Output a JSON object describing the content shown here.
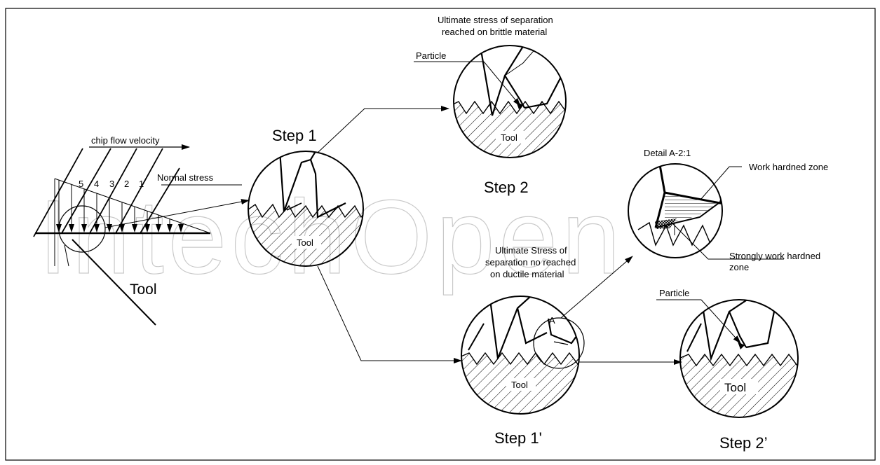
{
  "watermark": "IntechOpen",
  "left_sketch": {
    "chip_flow_label": "chip flow velocity",
    "normal_stress_label": "Normal stress",
    "segment_numbers": [
      "5",
      "4",
      "3",
      "2",
      "1"
    ],
    "tool_label": "Tool"
  },
  "step1": {
    "title": "Step 1",
    "tool_label": "Tool"
  },
  "step2": {
    "title": "Step 2",
    "caption_line1": "Ultimate stress of separation",
    "caption_line2": "reached on brittle material",
    "particle_label": "Particle",
    "tool_label": "Tool"
  },
  "step1prime": {
    "title": "Step 1'",
    "caption_line1": "Ultimate Stress of",
    "caption_line2": "separation no reached",
    "caption_line3": "on ductile material",
    "detail_marker": "A",
    "tool_label": "Tool"
  },
  "detail": {
    "title": "Detail A-2:1",
    "work_hardened_label": "Work hardned zone",
    "strongly_label_line1": "Strongly work hardned",
    "strongly_label_line2": "zone"
  },
  "step2prime": {
    "title": "Step 2’",
    "particle_label": "Particle",
    "tool_label": "Tool"
  },
  "colors": {
    "line": "#000000",
    "background": "#ffffff",
    "watermark": "#c9c9c9"
  }
}
